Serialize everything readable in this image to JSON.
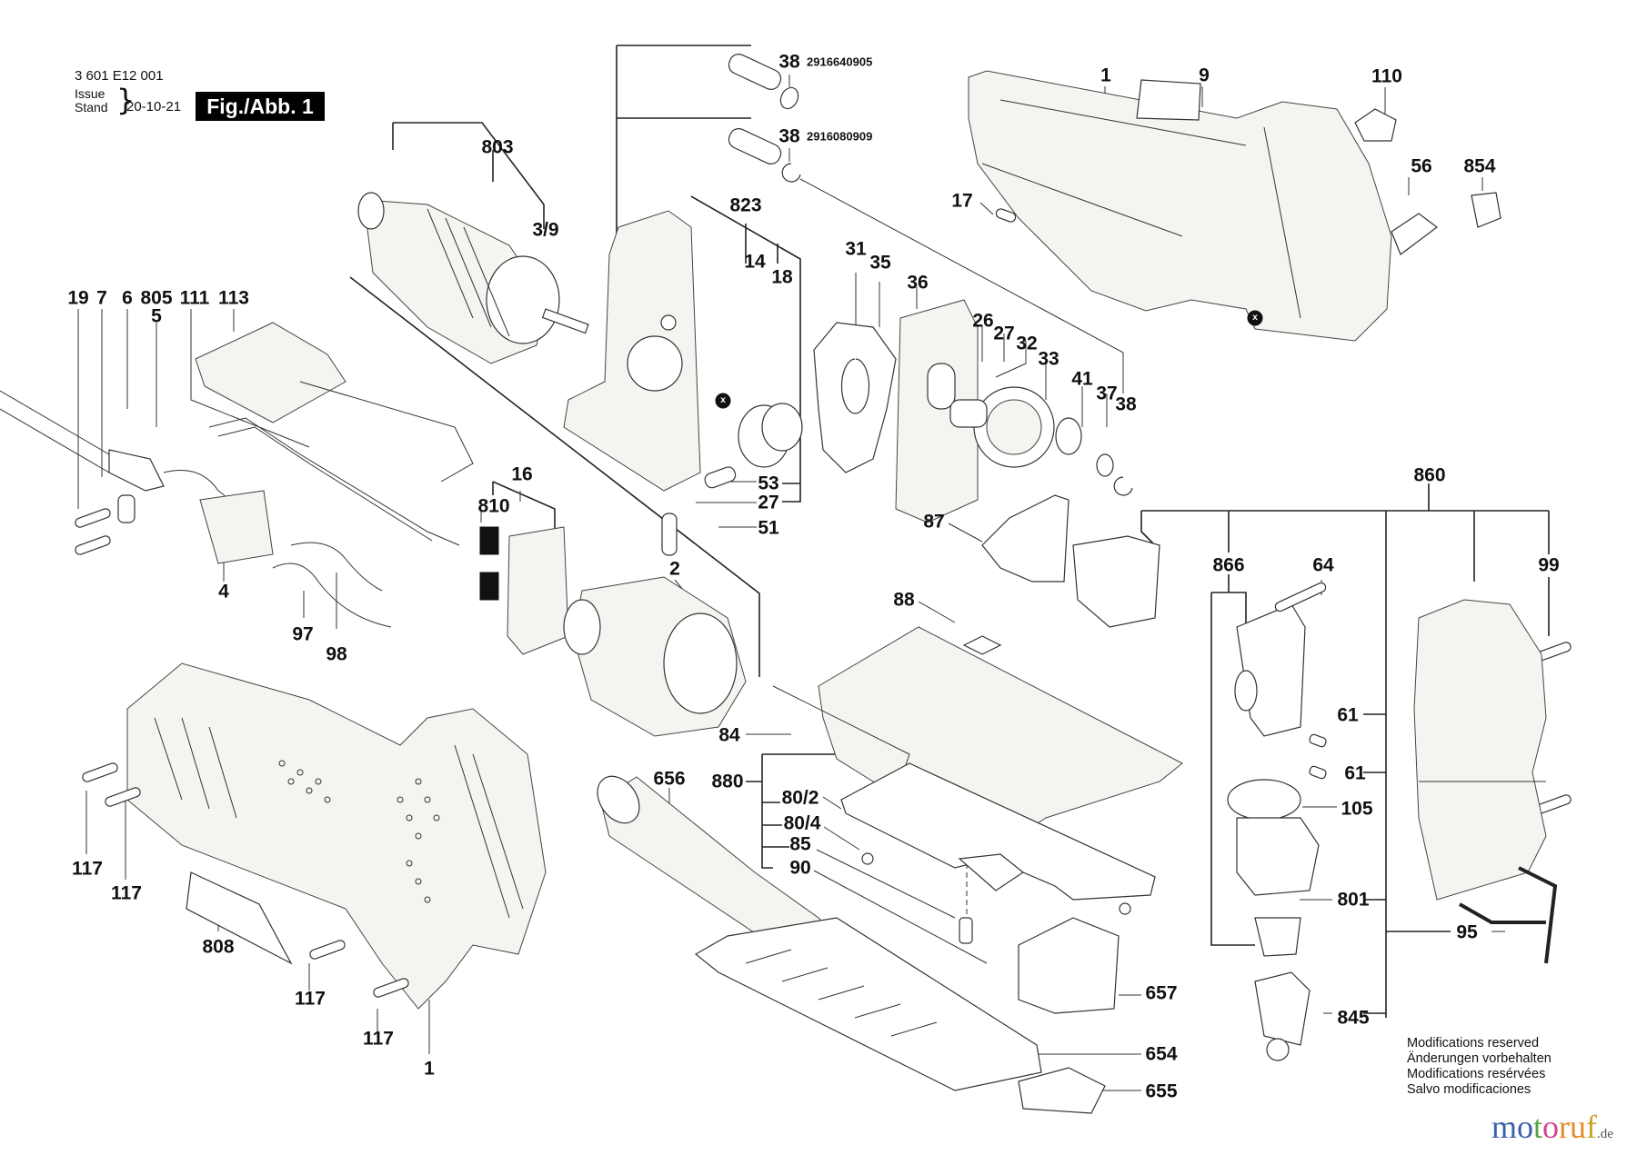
{
  "header": {
    "document_number": "3 601 E12 001",
    "issue_label_en": "Issue",
    "issue_label_de": "Stand",
    "issue_date": "20-10-21",
    "figure_label": "Fig./Abb. 1"
  },
  "part_numbers": [
    {
      "ref": "38",
      "number": "2916640905"
    },
    {
      "ref": "38",
      "number": "2916080909"
    }
  ],
  "callouts": {
    "c803": "803",
    "c3_9": "3/9",
    "c38a": "38",
    "c38b": "38",
    "c823": "823",
    "c14": "14",
    "c18": "18",
    "c1_top": "1",
    "c9": "9",
    "c110": "110",
    "c56": "56",
    "c854": "854",
    "c17": "17",
    "c19": "19",
    "c7": "7",
    "c6": "6",
    "c805": "805",
    "c5": "5",
    "c111": "111",
    "c113": "113",
    "c4": "4",
    "c97": "97",
    "c98": "98",
    "c16": "16",
    "c810": "810",
    "c2": "2",
    "c53": "53",
    "c27a": "27",
    "c51": "51",
    "c31": "31",
    "c35": "35",
    "c36": "36",
    "c26": "26",
    "c27b": "27",
    "c32": "32",
    "c33": "33",
    "c41": "41",
    "c37": "37",
    "c38c": "38",
    "c87": "87",
    "c860": "860",
    "c866": "866",
    "c64": "64",
    "c99": "99",
    "c61a": "61",
    "c61b": "61",
    "c105": "105",
    "c801": "801",
    "c95": "95",
    "c845": "845",
    "c88": "88",
    "c84": "84",
    "c880": "880",
    "c80_2": "80/2",
    "c80_4": "80/4",
    "c85": "85",
    "c90": "90",
    "c656": "656",
    "c657": "657",
    "c654": "654",
    "c655": "655",
    "c117a": "117",
    "c117b": "117",
    "c117c": "117",
    "c117d": "117",
    "c808": "808",
    "c1_bottom": "1"
  },
  "marker_symbol": "x",
  "notes": [
    "Modifications reserved",
    "Änderungen vorbehalten",
    "Modifications resérvées",
    "Salvo modificaciones"
  ],
  "watermark": {
    "letters": [
      "m",
      "o",
      "t",
      "o",
      "r",
      "u",
      "f"
    ],
    "suffix": ".de",
    "colors": [
      "#3b5fae",
      "#3b5fae",
      "#5aa04a",
      "#d4448f",
      "#e58a2a",
      "#e58a2a",
      "#c9a42a"
    ]
  }
}
